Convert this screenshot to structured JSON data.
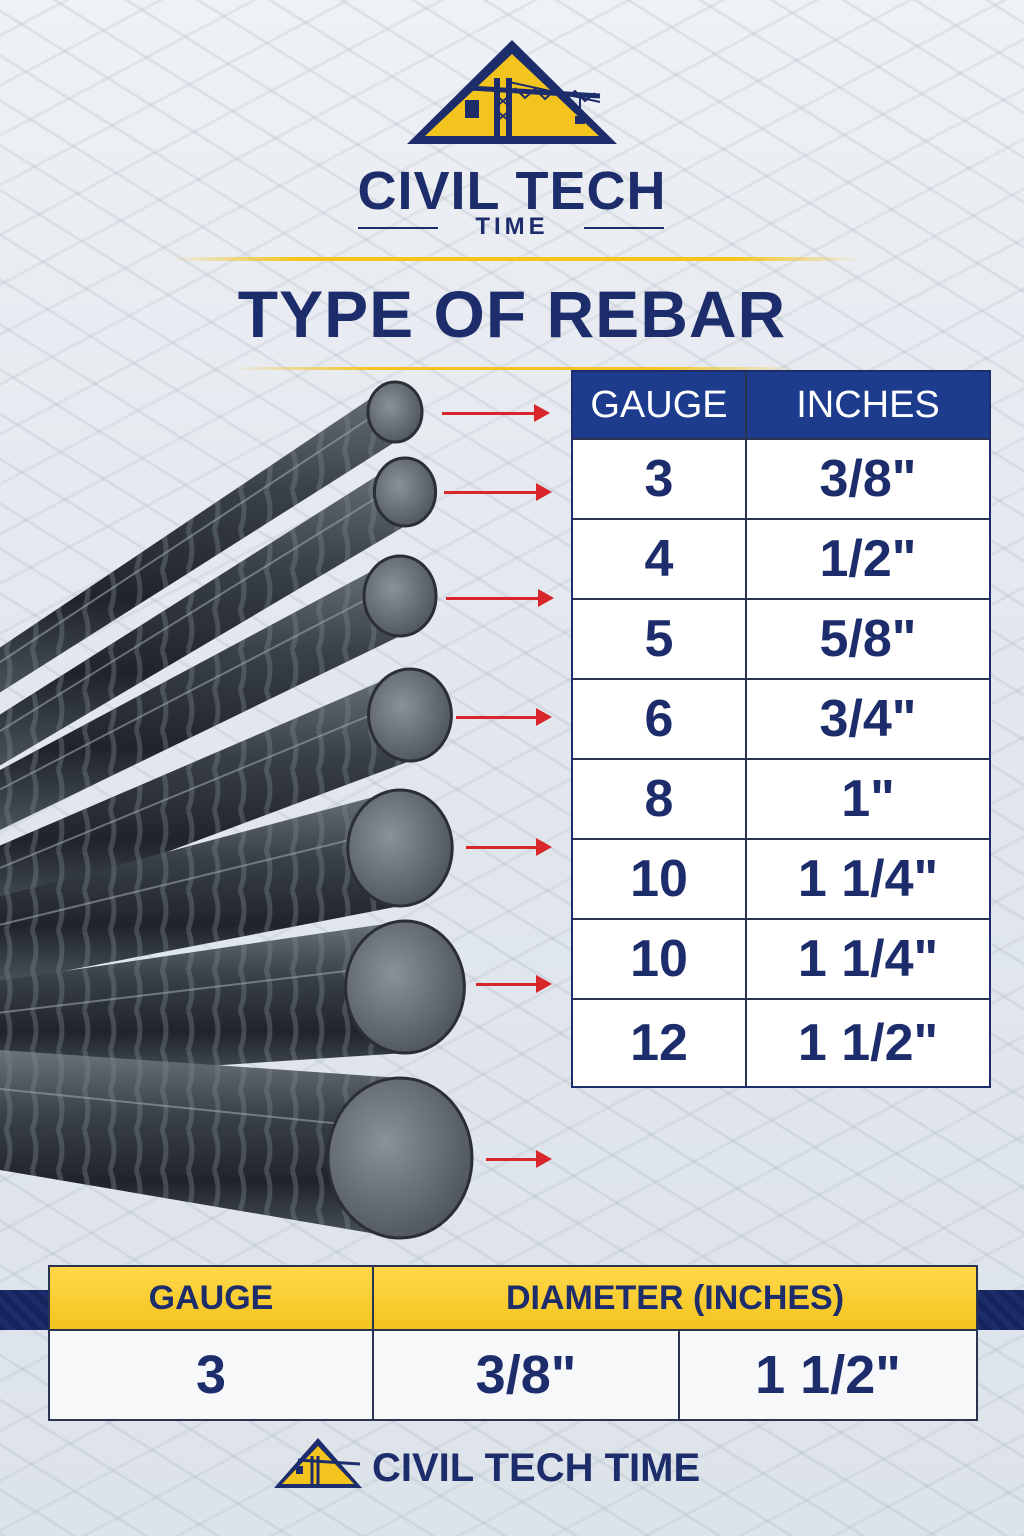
{
  "brand": {
    "name_line1": "CIVIL TECH",
    "name_line2": "TIME",
    "footer": "CIVIL TECH TIME"
  },
  "title": "TYPE OF REBAR",
  "colors": {
    "navy": "#1d2d6b",
    "table_header": "#1d3c8e",
    "gold": "#f4c41e",
    "arrow": "#d8262b"
  },
  "main_table": {
    "headers": [
      "GAUGE",
      "INCHES"
    ],
    "rows": [
      {
        "gauge": "3",
        "inches": "3/8\""
      },
      {
        "gauge": "4",
        "inches": "1/2\""
      },
      {
        "gauge": "5",
        "inches": "5/8\""
      },
      {
        "gauge": "6",
        "inches": "3/4\""
      },
      {
        "gauge": "8",
        "inches": "1\""
      },
      {
        "gauge": "10",
        "inches": "1 1/4\""
      },
      {
        "gauge": "10",
        "inches": "1 1/4\""
      },
      {
        "gauge": "12",
        "inches": "1 1/2\""
      }
    ]
  },
  "bottom_table": {
    "headers": [
      "GAUGE",
      "DIAMETER (INCHES)"
    ],
    "row": {
      "gauge": "3",
      "values": [
        "3/8\"",
        "1 1/2\""
      ]
    }
  },
  "icons": [
    "crane-logo-icon",
    "arrow-right-icon",
    "rebar-illustration"
  ]
}
